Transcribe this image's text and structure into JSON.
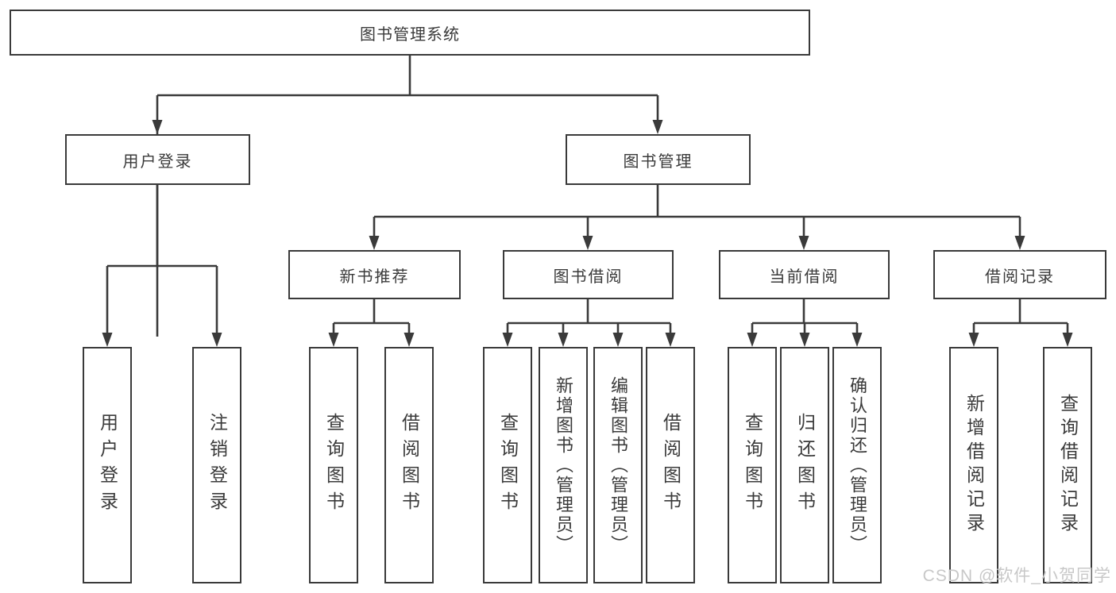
{
  "diagram": {
    "colors": {
      "line": "#3a3a3a",
      "box_border": "#3a3a3a",
      "box_background": "#ffffff",
      "text": "#3a3a3a",
      "watermark": "#c8c8c8",
      "background": "#ffffff"
    },
    "tree": {
      "root": {
        "label": "图书管理系统"
      },
      "branches": [
        {
          "label": "用户登录",
          "leaves": [
            {
              "label": "用户登录"
            },
            {
              "label": "注销登录"
            }
          ]
        },
        {
          "label": "图书管理",
          "sections": [
            {
              "label": "新书推荐",
              "leaves": [
                {
                  "label": "查询图书"
                },
                {
                  "label": "借阅图书"
                }
              ]
            },
            {
              "label": "图书借阅",
              "leaves": [
                {
                  "label": "查询图书"
                },
                {
                  "label": "新增图书（管理员）"
                },
                {
                  "label": "编辑图书（管理员）"
                },
                {
                  "label": "借阅图书"
                }
              ]
            },
            {
              "label": "当前借阅",
              "leaves": [
                {
                  "label": "查询图书"
                },
                {
                  "label": "归还图书"
                },
                {
                  "label": "确认归还（管理员）"
                }
              ]
            },
            {
              "label": "借阅记录",
              "leaves": [
                {
                  "label": "新增借阅记录"
                },
                {
                  "label": "查询借阅记录"
                }
              ]
            }
          ]
        }
      ]
    },
    "watermark": {
      "text": "CSDN @软件_小贺同学"
    }
  }
}
